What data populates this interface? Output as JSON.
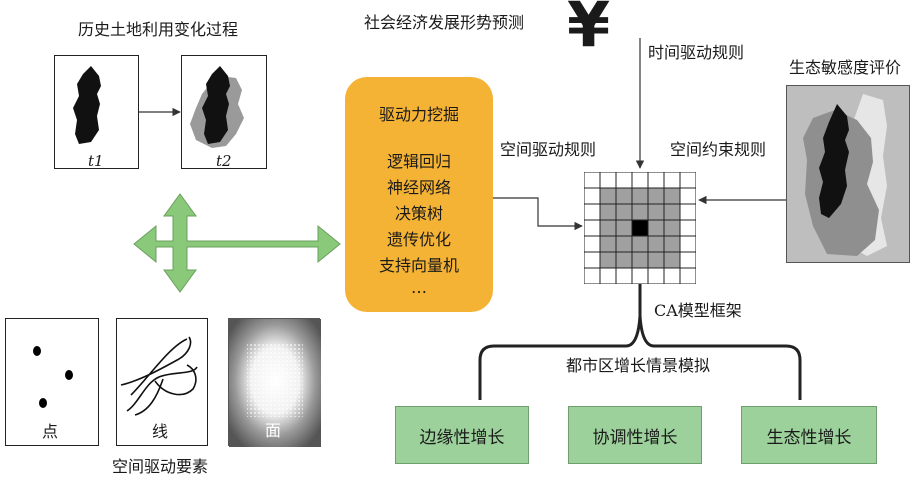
{
  "history": {
    "title": "历史土地利用变化过程",
    "t1_label": "t1",
    "t2_label": "t2"
  },
  "socio": {
    "title": "社会经济发展形势预测",
    "yen_symbol": "¥",
    "time_rule": "时间驱动规则"
  },
  "driving": {
    "title": "驱动力挖掘",
    "methods": [
      "逻辑回归",
      "神经网络",
      "决策树",
      "遗传优化",
      "支持向量机",
      "…"
    ]
  },
  "rules": {
    "spatial": "空间驱动规则",
    "constraint": "空间约束规则"
  },
  "eco": {
    "title": "生态敏感度评价"
  },
  "ca": {
    "label": "CA模型框架",
    "scenario": "都市区增长情景模拟"
  },
  "scenarios": [
    "边缘性增长",
    "协调性增长",
    "生态性增长"
  ],
  "elements": {
    "title": "空间驱动要素",
    "point": "点",
    "line": "线",
    "area": "面"
  },
  "colors": {
    "orange": "#f5b335",
    "green_box": "#9cd19b",
    "green_arrow": "#8bc97a",
    "gray_cell": "#a0a0a0"
  }
}
